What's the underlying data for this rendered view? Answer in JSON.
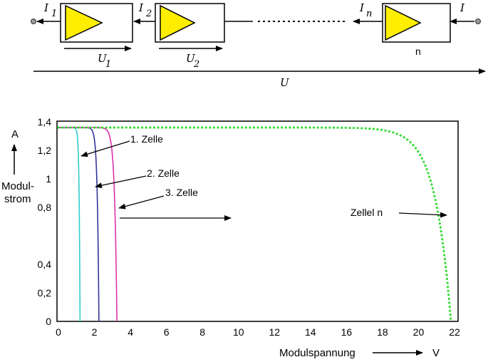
{
  "circuit": {
    "labels": {
      "i1": "I",
      "i1_sub": "1",
      "i2": "I",
      "i2_sub": "2",
      "in": "I",
      "in_sub": "n",
      "i": "I",
      "u1": "U",
      "u1_sub": "1",
      "u2": "U",
      "u2_sub": "2",
      "u": "U",
      "n": "n"
    },
    "colors": {
      "cell_fill": "#ffee00",
      "wire": "#000000"
    }
  },
  "chart_data": {
    "type": "line",
    "xlabel": "Modulspannung",
    "x_unit": "V",
    "ylabel_lines": [
      "Modul-",
      "strom"
    ],
    "y_unit": "A",
    "xlim": [
      0,
      22
    ],
    "ylim": [
      0,
      1.4
    ],
    "x_ticks": [
      0,
      2,
      4,
      6,
      8,
      10,
      12,
      14,
      16,
      18,
      20,
      22
    ],
    "x_tick_labels": [
      "0",
      "2",
      "4",
      "6",
      "8",
      "10",
      "12",
      "14",
      "16",
      "18",
      "20",
      "22"
    ],
    "y_ticks": [
      0,
      0.2,
      0.4,
      0.8,
      1,
      1.2,
      1.4
    ],
    "y_tick_labels": [
      "0",
      "0,2",
      "0,4",
      "0,8",
      "1",
      "1,2",
      "1,4"
    ],
    "series": [
      {
        "name": "1. Zelle",
        "color": "#33cccc",
        "style": "solid",
        "voc": 1.2,
        "isc": 1.36,
        "knee_shape": 0.04
      },
      {
        "name": "2. Zelle",
        "color": "#333399",
        "style": "solid",
        "voc": 2.25,
        "isc": 1.36,
        "knee_shape": 0.04
      },
      {
        "name": "3. Zelle",
        "color": "#dd33aa",
        "style": "solid",
        "voc": 3.25,
        "isc": 1.36,
        "knee_shape": 0.04
      },
      {
        "name": "Zellel n",
        "color": "#33dd33",
        "style": "dotted",
        "voc": 21.8,
        "isc": 1.36,
        "knee_shape": 0.04
      }
    ]
  }
}
